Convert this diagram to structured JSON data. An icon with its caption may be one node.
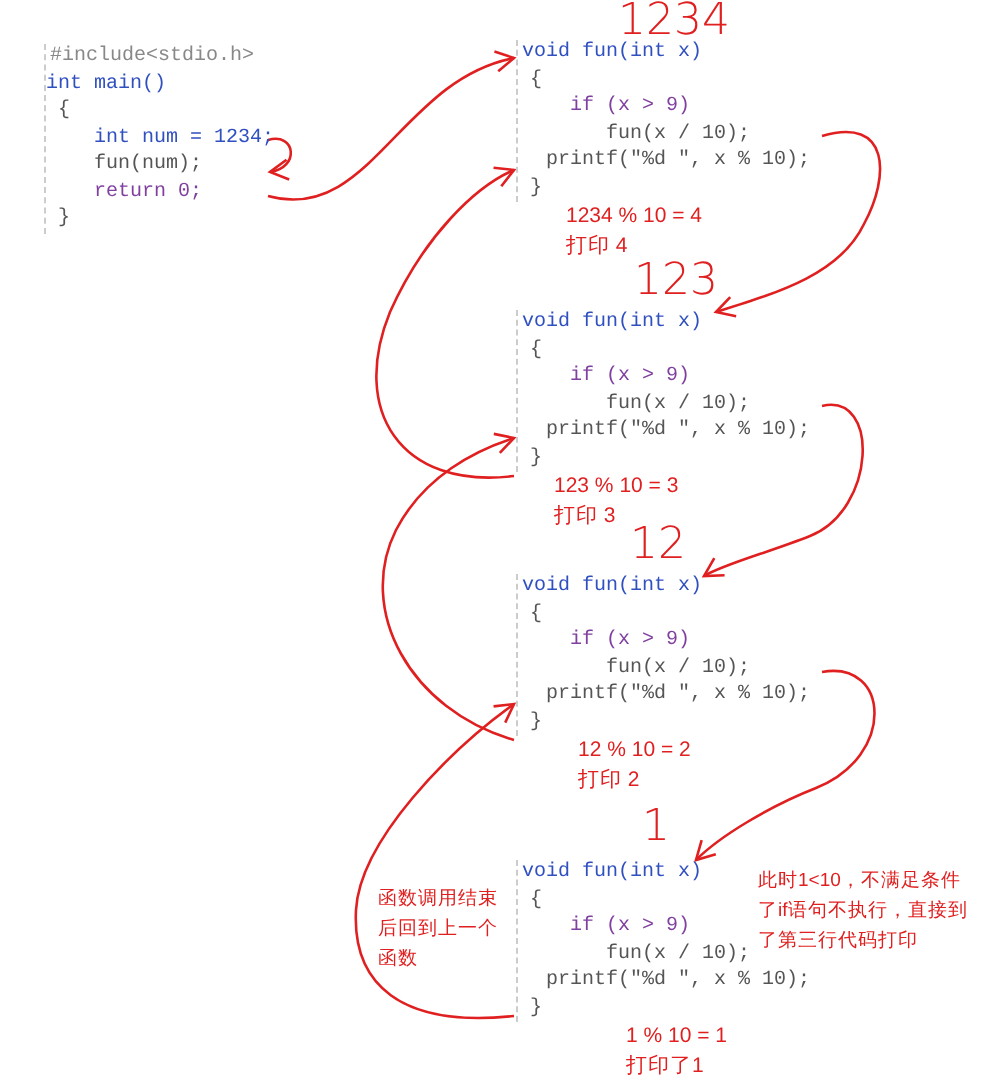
{
  "diagram": {
    "nodes": [
      {
        "text": [
          "#include<stdio.h>",
          "int main()",
          "{",
          "int num = 1234;",
          "fun(num);",
          "return 0;",
          "}"
        ]
      },
      {
        "text": [
          "void fun(int x)",
          "{",
          "if (x > 9)",
          "fun(x / 10);",
          "printf(\"%d \", x % 10);",
          "}"
        ],
        "beside": [
          "1234",
          "1234 % 10 = 4",
          "打印 4"
        ]
      },
      {
        "text": [
          "void fun(int x)",
          "{",
          "if (x > 9)",
          "fun(x / 10);",
          "printf(\"%d \", x % 10);",
          "}"
        ],
        "beside": [
          "123",
          "123 % 10 = 3",
          "打印 3"
        ]
      },
      {
        "text": [
          "void fun(int x)",
          "{",
          "if (x > 9)",
          "fun(x / 10);",
          "printf(\"%d \", x % 10);",
          "}"
        ],
        "beside": [
          "12",
          "12 % 10 = 2",
          "打印 2"
        ]
      },
      {
        "text": [
          "void fun(int x)",
          "{",
          "if (x > 9)",
          "fun(x / 10);",
          "printf(\"%d \", x % 10);",
          "}"
        ],
        "beside": [
          "1",
          "函数调用结束后回到上一个函数",
          "此时1<10，不满足条件了if语句不执行，直接到了第三行代码打印",
          "1 % 10 = 1",
          "打印了1"
        ]
      }
    ],
    "edges": [
      {
        "from": 0,
        "to": 0,
        "arrow": "to"
      },
      {
        "from": 0,
        "to": 1,
        "arrow": "to"
      },
      {
        "from": 1,
        "to": 2,
        "arrow": "to"
      },
      {
        "from": 2,
        "to": 3,
        "arrow": "to"
      },
      {
        "from": 3,
        "to": 4,
        "arrow": "to"
      },
      {
        "from": 4,
        "to": 3,
        "arrow": "to"
      },
      {
        "from": 3,
        "to": 2,
        "arrow": "to"
      },
      {
        "from": 2,
        "to": 1,
        "arrow": "to"
      }
    ]
  }
}
